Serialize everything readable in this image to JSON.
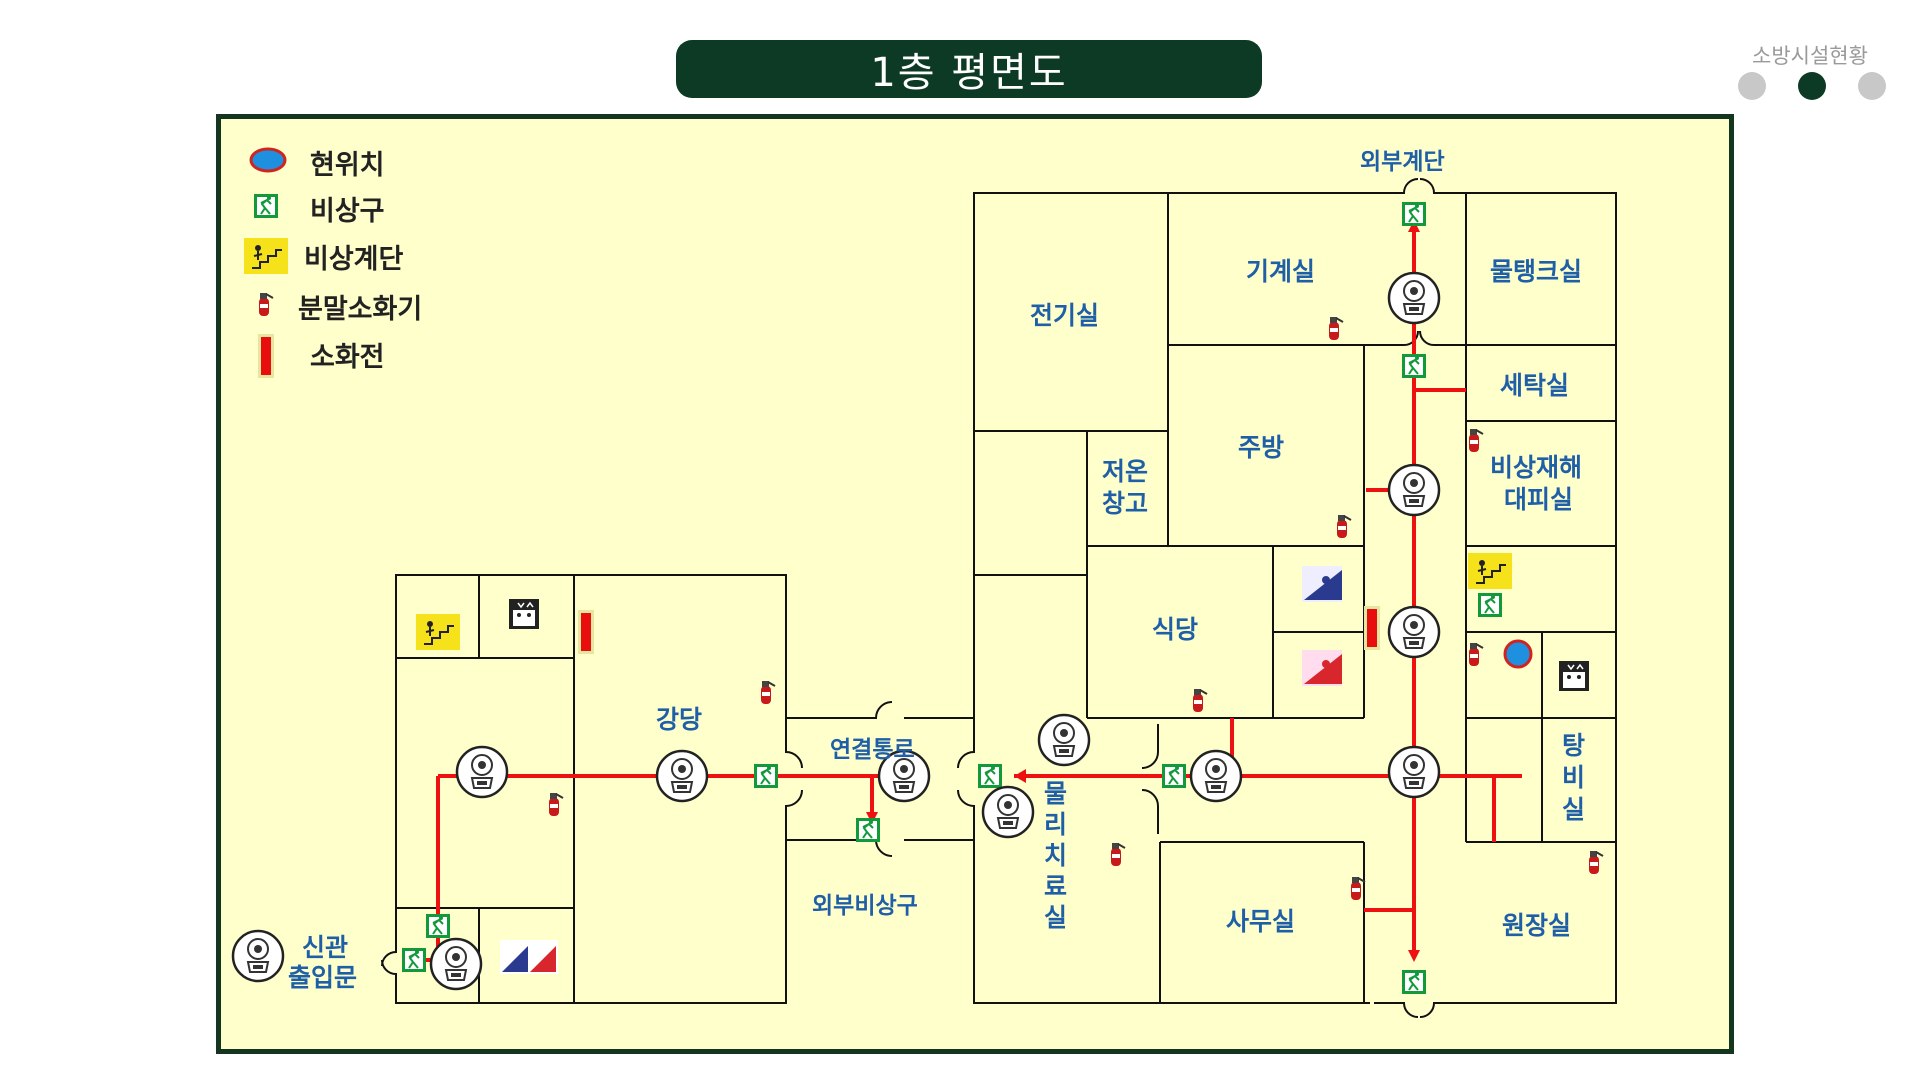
{
  "header": {
    "title": "1층 평면도",
    "section_label": "소방시설현황",
    "page_dots": 3,
    "active_dot": 1
  },
  "colors": {
    "title_bar": "#0d3a24",
    "plan_background": "#ffffcc",
    "evacuation_route": "#ee1111",
    "room_label": "#1f5fa8",
    "wall": "#111111"
  },
  "legend": [
    {
      "icon": "current-location-icon",
      "label": "현위치"
    },
    {
      "icon": "emergency-exit-icon",
      "label": "비상구"
    },
    {
      "icon": "emergency-stairs-icon",
      "label": "비상계단"
    },
    {
      "icon": "powder-extinguisher-icon",
      "label": "분말소화기"
    },
    {
      "icon": "fire-hydrant-icon",
      "label": "소화전"
    }
  ],
  "rooms": {
    "electrical": "전기실",
    "machine": "기계실",
    "water_tank": "물탱크실",
    "laundry": "세탁실",
    "kitchen": "주방",
    "cold_storage": "저온창고",
    "shelter_line1": "비상재해",
    "shelter_line2": "대피실",
    "dining": "식당",
    "auditorium": "강당",
    "corridor": "연결통로",
    "outside_exit": "외부비상구",
    "physio": "물리치료실",
    "office": "사무실",
    "director": "원장실",
    "bath": "탕비실",
    "entrance_line1": "신관",
    "entrance_line2": "출입문",
    "external_stairs": "외부계단"
  }
}
